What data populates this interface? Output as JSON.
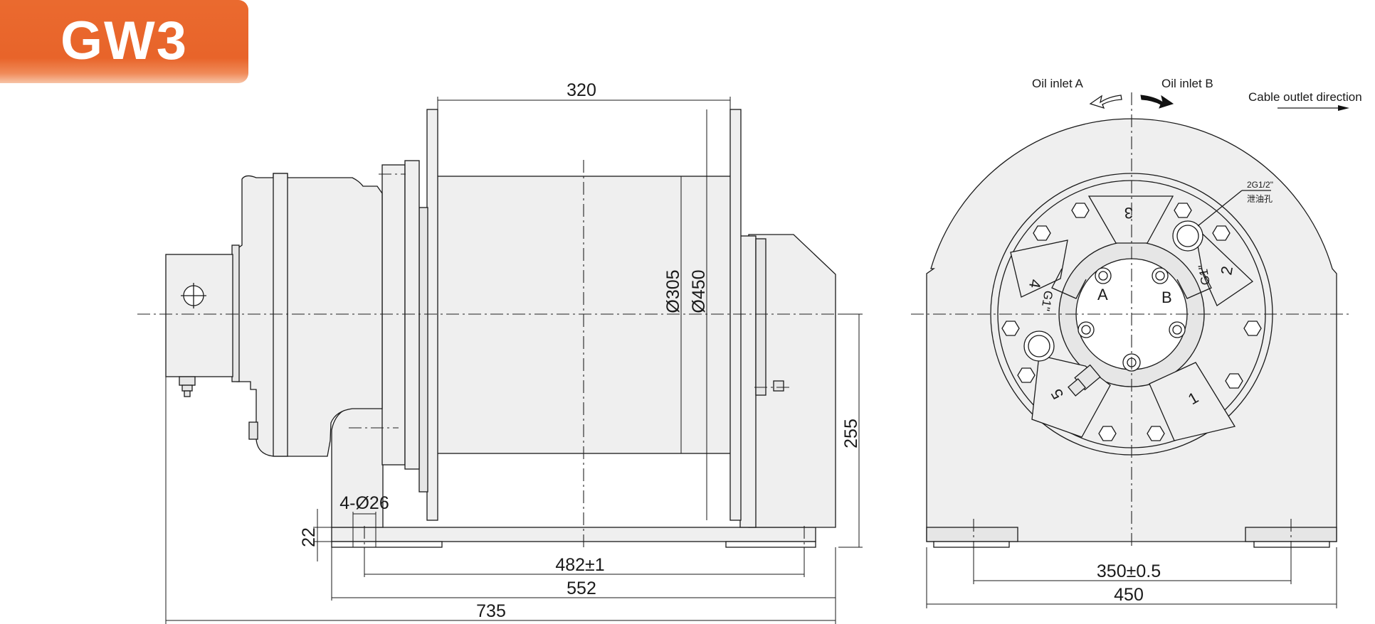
{
  "badge": {
    "model": "GW3",
    "color": "#e8642a"
  },
  "side_view": {
    "dims": {
      "flange_span": "320",
      "drum_diameter": "Ø305",
      "flange_diameter": "Ø450",
      "center_height": "255",
      "base_thickness": "22",
      "mount_holes": "4-Ø26",
      "hole_spacing": "482±1",
      "base_length": "552",
      "overall_length": "735"
    }
  },
  "end_view": {
    "labels": {
      "oil_inlet_a": "Oil inlet A",
      "oil_inlet_b": "Oil inlet B",
      "cable_outlet": "Cable outlet direction",
      "drain_size": "2G1/2\"",
      "drain_cn": "泄油孔",
      "port_a": "A",
      "port_b": "B",
      "port_size_left": "G1\"",
      "port_size_right": "G1\""
    },
    "parts": [
      "1",
      "2",
      "3",
      "4",
      "5"
    ],
    "dims": {
      "hole_spacing": "350±0.5",
      "overall_width": "450"
    }
  }
}
